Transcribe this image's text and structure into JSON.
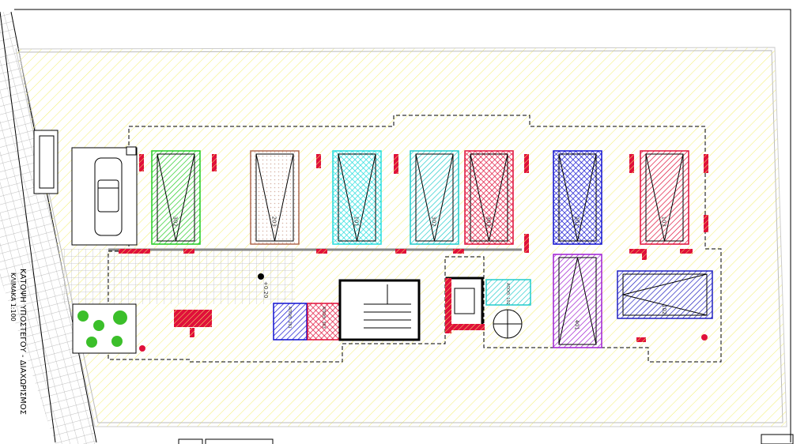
{
  "drawing": {
    "title": "ΚΑΤΟΨΗ ΥΠΟΣΤΕΓΟΥ - ΔΙΑΧΩΡΙΣΜΟΣ",
    "scale": "ΚΛΙΜΑΚΑ  1:100",
    "level": "+0.20"
  },
  "parking_spaces": [
    {
      "label": "302",
      "color": "#22cc22",
      "pattern": "hatch"
    },
    {
      "label": "203",
      "color": "#b06a50",
      "pattern": "dots"
    },
    {
      "label": "101",
      "color": "#22dddd",
      "pattern": "cross"
    },
    {
      "label": "302",
      "color": "#22cccc",
      "pattern": "hatch"
    },
    {
      "label": "303",
      "color": "#e0103a",
      "pattern": "cross"
    },
    {
      "label": "201",
      "color": "#1010d0",
      "pattern": "cross"
    },
    {
      "label": "103",
      "color": "#e0103a",
      "pattern": "hatch"
    },
    {
      "label": "401",
      "color": "#a020d0",
      "pattern": "hatch"
    },
    {
      "label": "102",
      "color": "#2020c0",
      "pattern": "hatch"
    }
  ],
  "storage_rooms": [
    {
      "label": "ΑΠΟΘ. 102",
      "color": "#22cccc"
    },
    {
      "label": "ΑΠΟΘ. 201",
      "color": "#1010d0"
    },
    {
      "label": "ΑΠΟΘ. 303",
      "color": "#e0103a"
    }
  ],
  "colors": {
    "site_hatch": "#f2ee70",
    "columns": "#e0103a",
    "walls": "#888888"
  }
}
